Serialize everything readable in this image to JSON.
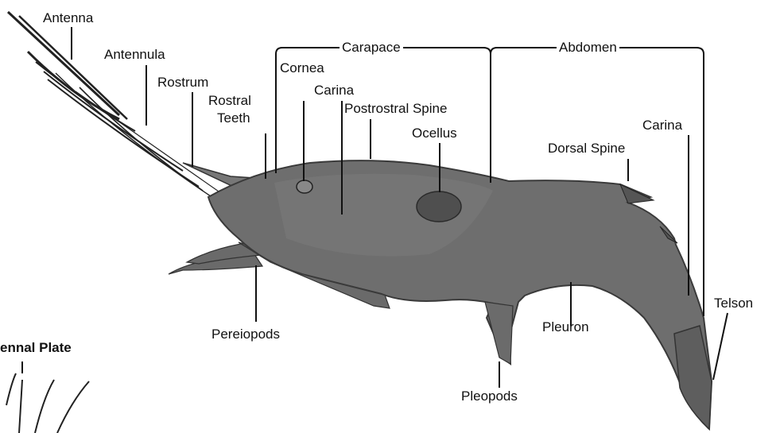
{
  "labels": {
    "antenna": "Antenna",
    "antennula": "Antennula",
    "rostrum": "Rostrum",
    "rostral_teeth_1": "Rostral",
    "rostral_teeth_2": "Teeth",
    "cornea": "Cornea",
    "carina_head": "Carina",
    "carapace": "Carapace",
    "abdomen": "Abdomen",
    "postrostral_spine": "Postrostral Spine",
    "ocellus": "Ocellus",
    "dorsal_spine": "Dorsal Spine",
    "carina_tail": "Carina",
    "telson": "Telson",
    "pereiopods": "Pereiopods",
    "pleuron": "Pleuron",
    "pleopods": "Pleopods",
    "antennal_plate": "ennal Plate"
  },
  "colors": {
    "body": "#6e6e6e",
    "body_dark": "#4a4a4a",
    "ocellus": "#4f4f4f",
    "line": "#111111"
  }
}
